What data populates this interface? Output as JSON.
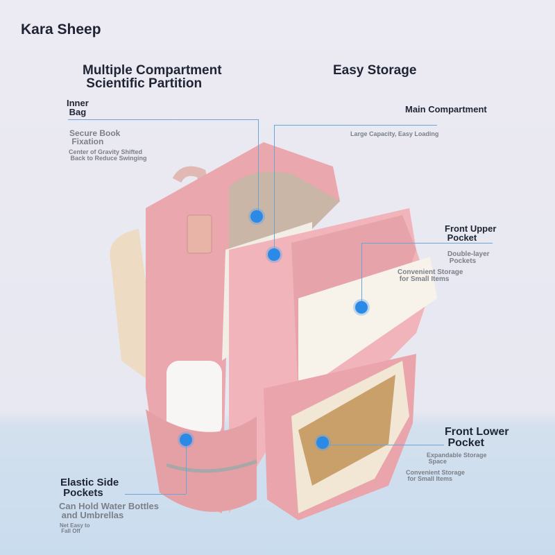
{
  "brand": "Kara Sheep",
  "headings": {
    "left": "Multiple Compartment\n Scientific Partition",
    "right": "Easy Storage"
  },
  "callouts": {
    "inner_bag": {
      "title": "Inner\n Bag",
      "sub1": "Secure Book\n Fixation",
      "sub2": "Center of Gravity Shifted\n Back to Reduce Swinging"
    },
    "main": {
      "title": "Main Compartment",
      "sub1": "Large Capacity, Easy Loading"
    },
    "front_upper": {
      "title": "Front Upper\n Pocket",
      "sub1": "Double-layer\n Pockets",
      "sub2": "Convenient Storage\n for Small Items"
    },
    "front_lower": {
      "title": "Front Lower\n Pocket",
      "sub1": "Expandable Storage\n Space",
      "sub2": "Convenient Storage\n for Small Items"
    },
    "side": {
      "title": "Elastic Side\n Pockets",
      "sub1": "Can Hold Water Bottles\n and Umbrellas",
      "sub2": "Net Easy to\n Fall Off"
    }
  },
  "colors": {
    "accent": "#2a8ae6",
    "bag": "#e9aab0"
  }
}
